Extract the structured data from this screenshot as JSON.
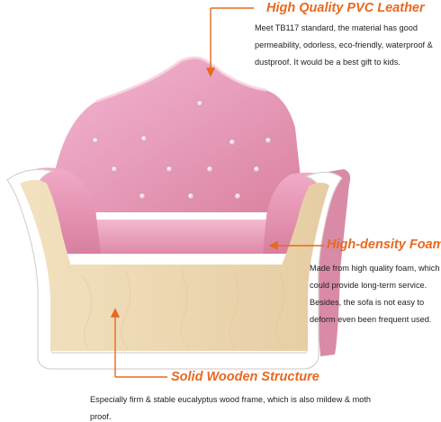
{
  "colors": {
    "accent": "#e8691f",
    "leather_pink": "#e898b8",
    "wood": "#efdcb8",
    "frame_white": "#ffffff"
  },
  "features": [
    {
      "title": "High Quality PVC Leather",
      "text": "Meet TB117 standard, the material has good permeability, odorless, eco-friendly, waterproof & dustproof. It would be a best gift to kids."
    },
    {
      "title": "High-density Foam",
      "text": "Made from high quality foam, which could provide long-term service. Besides, the sofa is not easy to deform even been frequent used."
    },
    {
      "title": "Solid Wooden Structure",
      "text": "Especially firm & stable eucalyptus wood frame, which is also mildew & moth proof."
    }
  ]
}
